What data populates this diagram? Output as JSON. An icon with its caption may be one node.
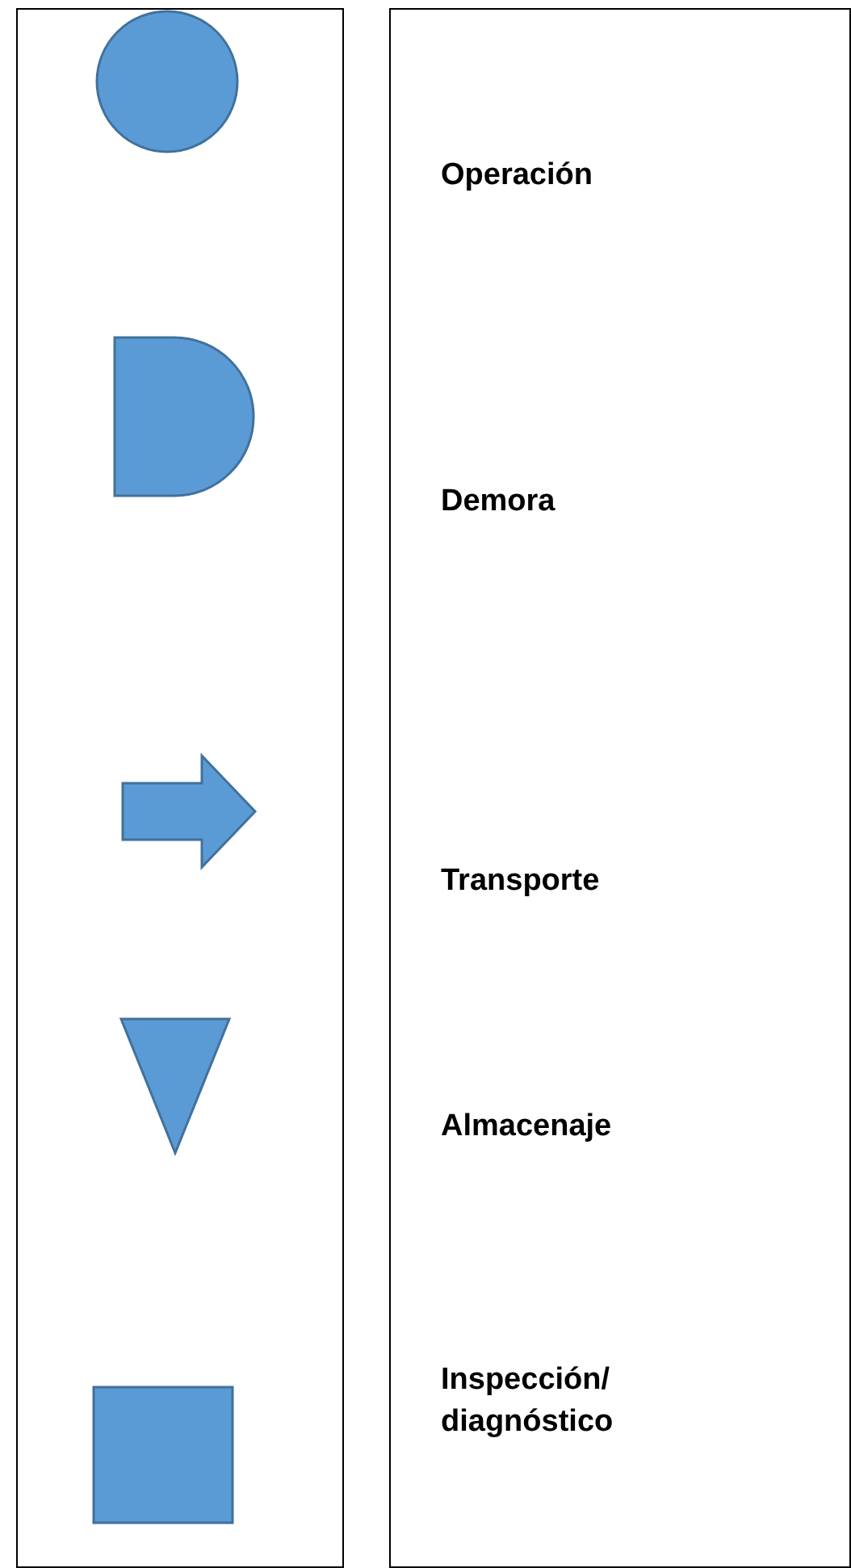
{
  "diagram": {
    "labels": [
      "Operación",
      "Demora",
      "Transporte",
      "Almacenaje",
      "Inspección/ diagnóstico"
    ]
  }
}
